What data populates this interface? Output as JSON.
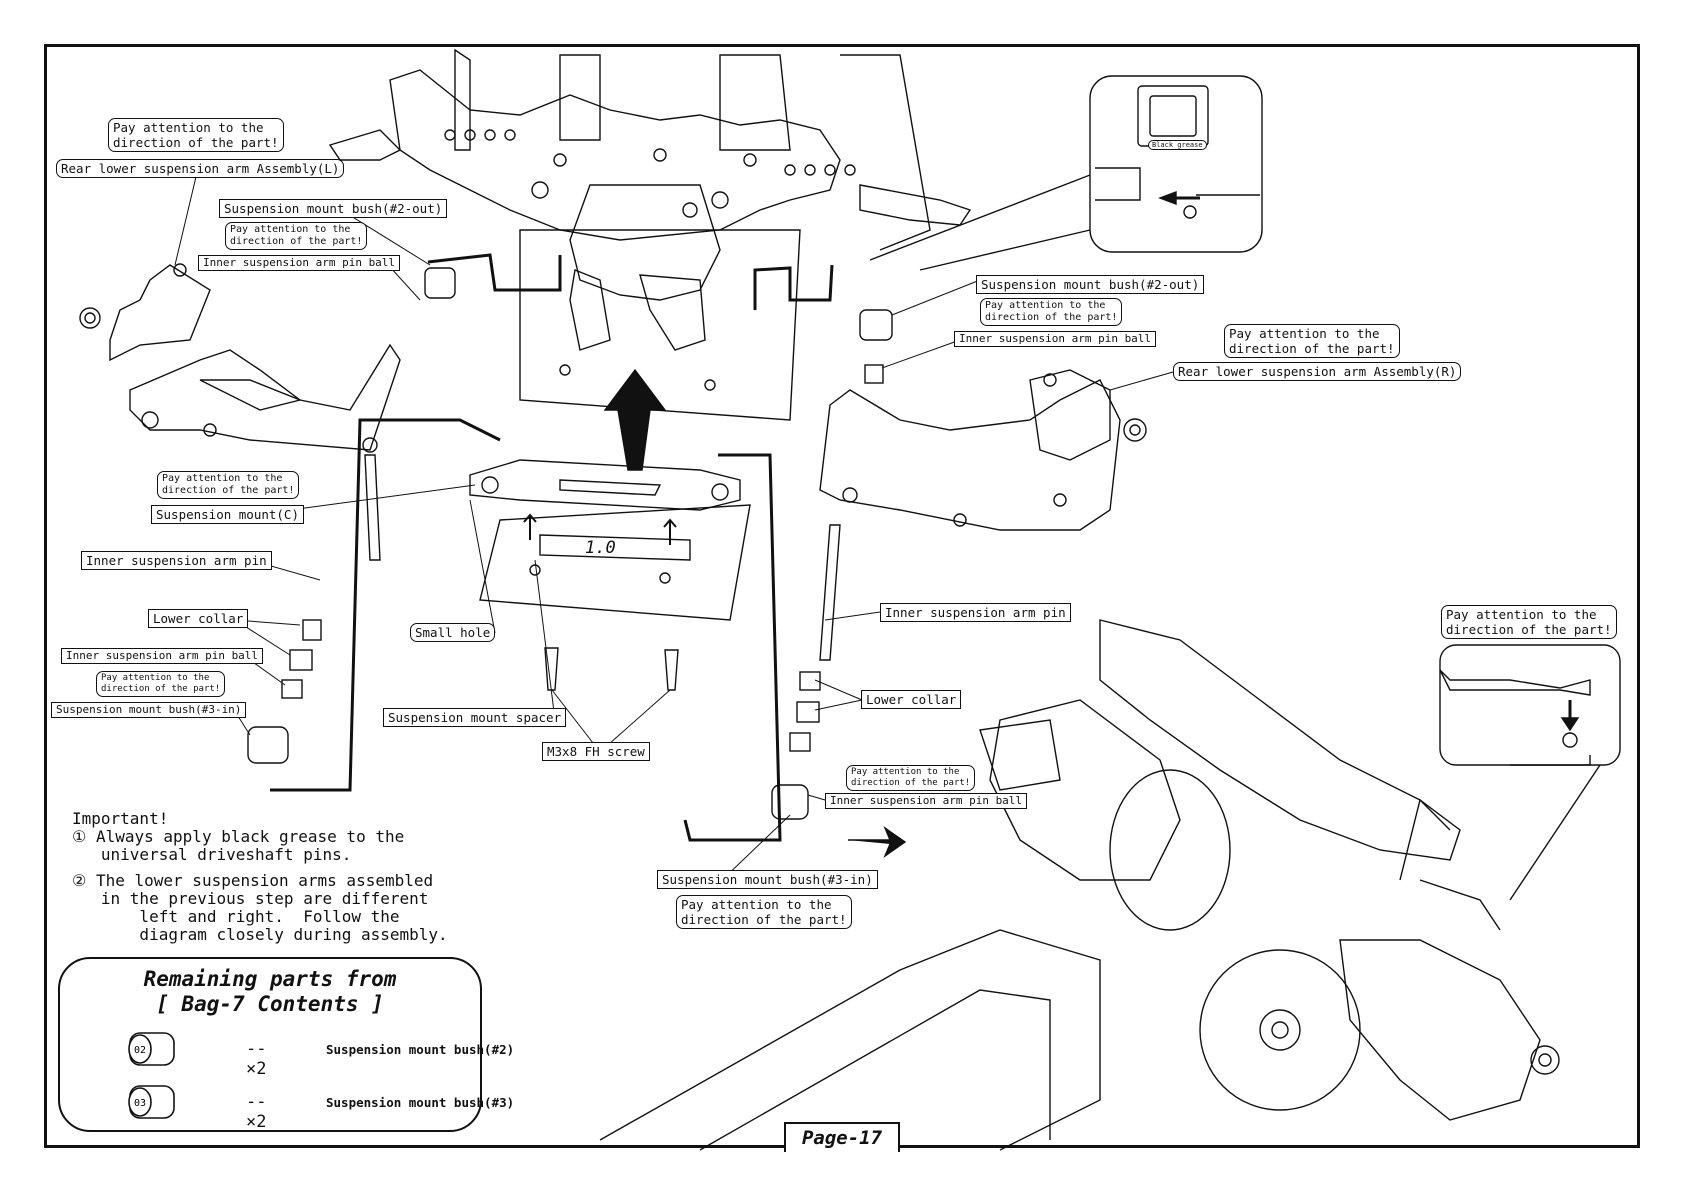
{
  "labels": {
    "pay_attention_l1": "Pay attention to the",
    "pay_attention_l2": "direction of the part!",
    "rear_arm_left": "Rear lower suspension arm Assembly(L)",
    "rear_arm_right": "Rear lower suspension arm Assembly(R)",
    "bush_2_out": "Suspension mount bush(#2-out)",
    "bush_3_in": "Suspension mount bush(#3-in)",
    "inner_pin_ball": "Inner suspension arm pin ball",
    "inner_pin": "Inner suspension arm pin",
    "mount_c": "Suspension mount(C)",
    "lower_collar": "Lower collar",
    "small_hole": "Small hole",
    "mount_spacer": "Suspension mount spacer",
    "fh_screw": "M3x8 FH screw",
    "black_grease": "Black grease",
    "spacer_value": "1.0"
  },
  "important": {
    "title": "Important!",
    "item1_l1": "① Always apply black grease to the",
    "item1_l2": "   universal driveshaft pins.",
    "item2_l1": "② The lower suspension arms assembled",
    "item2_l2": "   in the previous step are different",
    "item2_l3": "       left and right.  Follow the",
    "item2_l4": "       diagram closely during assembly."
  },
  "remaining": {
    "title_l1": "Remaining parts from",
    "title_l2": "[ Bag-7 Contents ]",
    "items": [
      {
        "marker": "02",
        "qty": "--×2",
        "name": "Suspension mount bush(#2)"
      },
      {
        "marker": "03",
        "qty": "--×2",
        "name": "Suspension mount bush(#3)"
      }
    ]
  },
  "page": "Page-17"
}
